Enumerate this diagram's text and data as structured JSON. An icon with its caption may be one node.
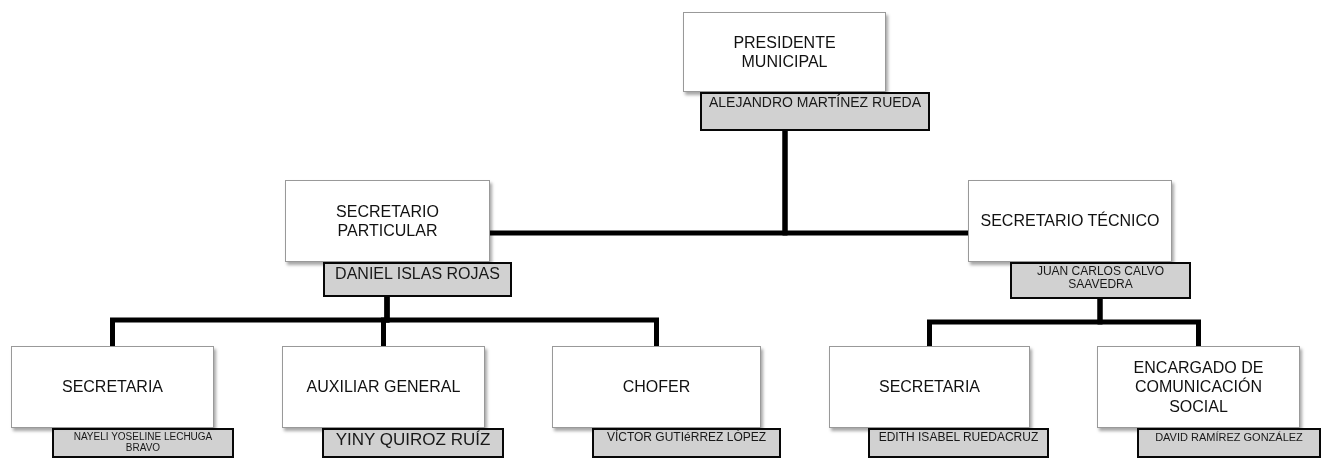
{
  "diagram": {
    "nodes": [
      {
        "text": [
          "PRESIDENTE MUNICIPAL"
        ]
      },
      {
        "text": [
          "ALEJANDRO MARTÍNEZ RUEDA"
        ]
      },
      {
        "text": [
          "SECRETARIO PARTICULAR"
        ]
      },
      {
        "text": [
          "DANIEL ISLAS ROJAS"
        ]
      },
      {
        "text": [
          "SECRETARIO TÉCNICO"
        ]
      },
      {
        "text": [
          "JUAN CARLOS CALVO SAAVEDRA"
        ]
      },
      {
        "text": [
          "SECRETARIA"
        ]
      },
      {
        "text": [
          "NAYELI YOSELINE LECHUGA BRAVO"
        ]
      },
      {
        "text": [
          "AUXILIAR GENERAL"
        ]
      },
      {
        "text": [
          "YINY QUIROZ RUÍZ"
        ]
      },
      {
        "text": [
          "CHOFER"
        ]
      },
      {
        "text": [
          "VÍCTOR GUTIéRREZ LÓPEZ"
        ]
      },
      {
        "text": [
          "SECRETARIA"
        ]
      },
      {
        "text": [
          "EDITH ISABEL RUEDACRUZ"
        ]
      },
      {
        "text": [
          "ENCARGADO DE COMUNICACIÓN SOCIAL"
        ]
      },
      {
        "text": [
          "DAVID RAMÍREZ GONZÁLEZ"
        ]
      }
    ],
    "edges": [
      {
        "from": 1,
        "to": 2,
        "arrow": "none"
      },
      {
        "from": 1,
        "to": 4,
        "arrow": "none"
      },
      {
        "from": 3,
        "to": 6,
        "arrow": "none"
      },
      {
        "from": 3,
        "to": 8,
        "arrow": "none"
      },
      {
        "from": 3,
        "to": 10,
        "arrow": "none"
      },
      {
        "from": 5,
        "to": 12,
        "arrow": "none"
      },
      {
        "from": 5,
        "to": 14,
        "arrow": "none"
      }
    ]
  }
}
